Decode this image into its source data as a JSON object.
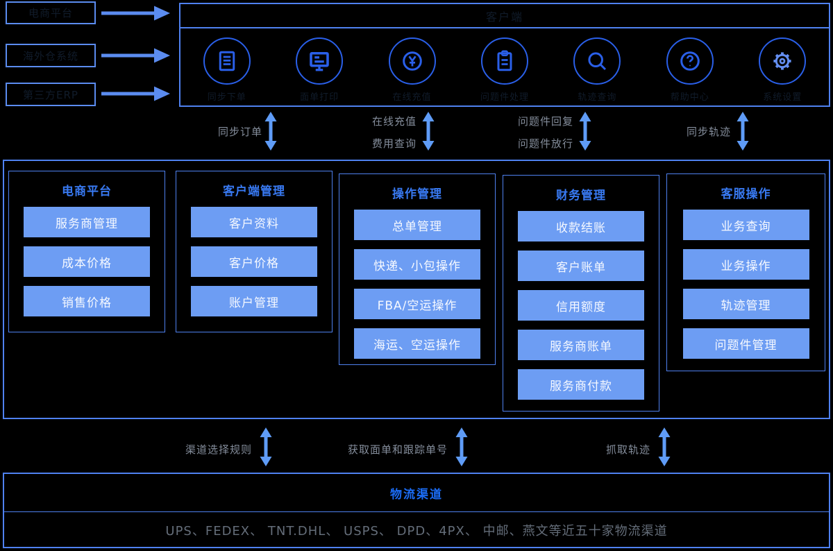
{
  "colors": {
    "background": "#000000",
    "border_blue": "#4f81f0",
    "icon_blue": "#2a5fe8",
    "gear_blue": "#648ff2",
    "button_fill": "#6d9df3",
    "button_text": "#f6f9ff",
    "module_title_blue": "#3879f1",
    "channels_title_blue": "#1b6cf5",
    "link_label_gray": "#848d9b",
    "channels_text_gray": "#646d79",
    "arrow_blue": "#5f9cf7"
  },
  "sources": {
    "items": [
      {
        "label": "电商平台"
      },
      {
        "label": "海外仓系统"
      },
      {
        "label": "第三方ERP"
      }
    ]
  },
  "top_panel": {
    "title": "客户端",
    "icons": [
      {
        "name": "order-form-icon",
        "label": "同步下单"
      },
      {
        "name": "monitor-icon",
        "label": "面单打印"
      },
      {
        "name": "yen-coin-icon",
        "label": "在线充值"
      },
      {
        "name": "clipboard-icon",
        "label": "问题件处理"
      },
      {
        "name": "search-icon",
        "label": "轨迹查询"
      },
      {
        "name": "help-icon",
        "label": "帮助中心"
      },
      {
        "name": "gear-icon",
        "label": "系统设置"
      }
    ]
  },
  "sync_links": [
    {
      "line1": "同步订单",
      "line2": ""
    },
    {
      "line1": "在线充值",
      "line2": "费用查询"
    },
    {
      "line1": "问题件回复",
      "line2": "问题件放行"
    },
    {
      "line1": "同步轨迹",
      "line2": ""
    }
  ],
  "modules": [
    {
      "title": "电商平台",
      "items": [
        "服务商管理",
        "成本价格",
        "销售价格"
      ]
    },
    {
      "title": "客户端管理",
      "items": [
        "客户资料",
        "客户价格",
        "账户管理"
      ]
    },
    {
      "title": "操作管理",
      "items": [
        "总单管理",
        "快递、小包操作",
        "FBA/空运操作",
        "海运、空运操作"
      ]
    },
    {
      "title": "财务管理",
      "items": [
        "收款结账",
        "客户账单",
        "信用额度",
        "服务商账单",
        "服务商付款"
      ]
    },
    {
      "title": "客服操作",
      "items": [
        "业务查询",
        "业务操作",
        "轨迹管理",
        "问题件管理"
      ]
    }
  ],
  "bottom_links": [
    {
      "label": "渠道选择规则"
    },
    {
      "label": "获取面单和跟踪单号"
    },
    {
      "label": "抓取轨迹"
    }
  ],
  "channels": {
    "title": "物流渠道",
    "description": "UPS、FEDEX、 TNT.DHL、 USPS、 DPD、4PX、 中邮、燕文等近五十家物流渠道"
  }
}
